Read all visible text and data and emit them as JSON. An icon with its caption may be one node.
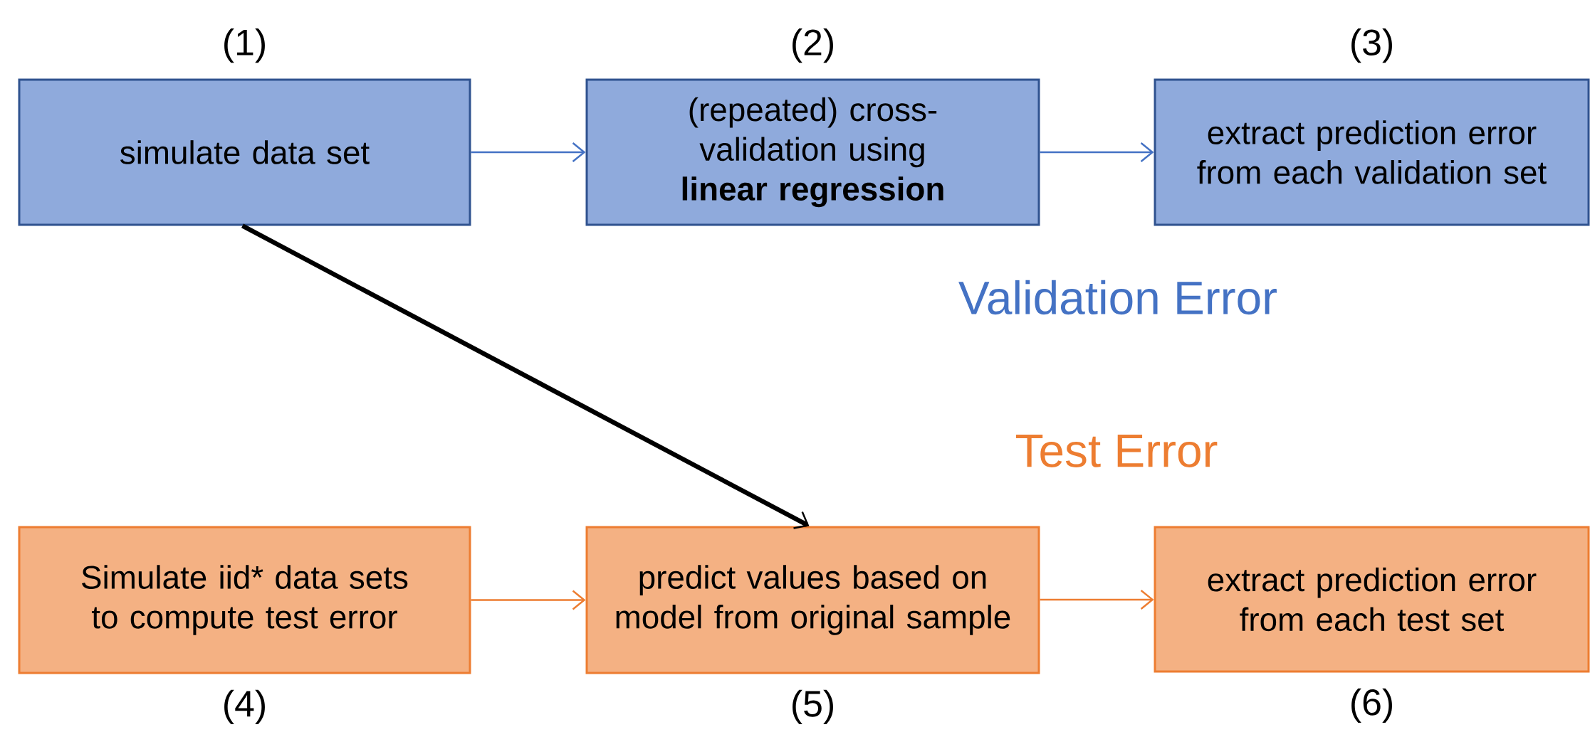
{
  "diagram": {
    "nodes": [
      {
        "text": [
          "simulate data set"
        ],
        "beside": [
          "(1)"
        ]
      },
      {
        "text": [
          "(repeated) cross-validation using **linear regression**"
        ],
        "beside": [
          "(2)"
        ]
      },
      {
        "text": [
          "extract prediction error from each validation set"
        ],
        "beside": [
          "(3)"
        ]
      },
      {
        "text": [
          "Simulate iid* data sets to compute test error"
        ],
        "beside": [
          "(4)"
        ]
      },
      {
        "text": [
          "predict values based on model from original sample"
        ],
        "beside": [
          "(5)"
        ]
      },
      {
        "text": [
          "extract prediction error from each test set"
        ],
        "beside": [
          "(6)"
        ]
      }
    ],
    "edges": [
      {
        "from": 0,
        "to": 1,
        "arrow": "to",
        "color": "#4472c4"
      },
      {
        "from": 1,
        "to": 2,
        "arrow": "to",
        "color": "#4472c4"
      },
      {
        "from": 0,
        "to": 4,
        "arrow": "to",
        "style": "thick",
        "color": "#000000"
      },
      {
        "from": 3,
        "to": 4,
        "arrow": "to",
        "color": "#ed7d31"
      },
      {
        "from": 4,
        "to": 5,
        "arrow": "to",
        "color": "#ed7d31"
      }
    ],
    "labels": [
      "Validation Error",
      "Test Error"
    ]
  }
}
